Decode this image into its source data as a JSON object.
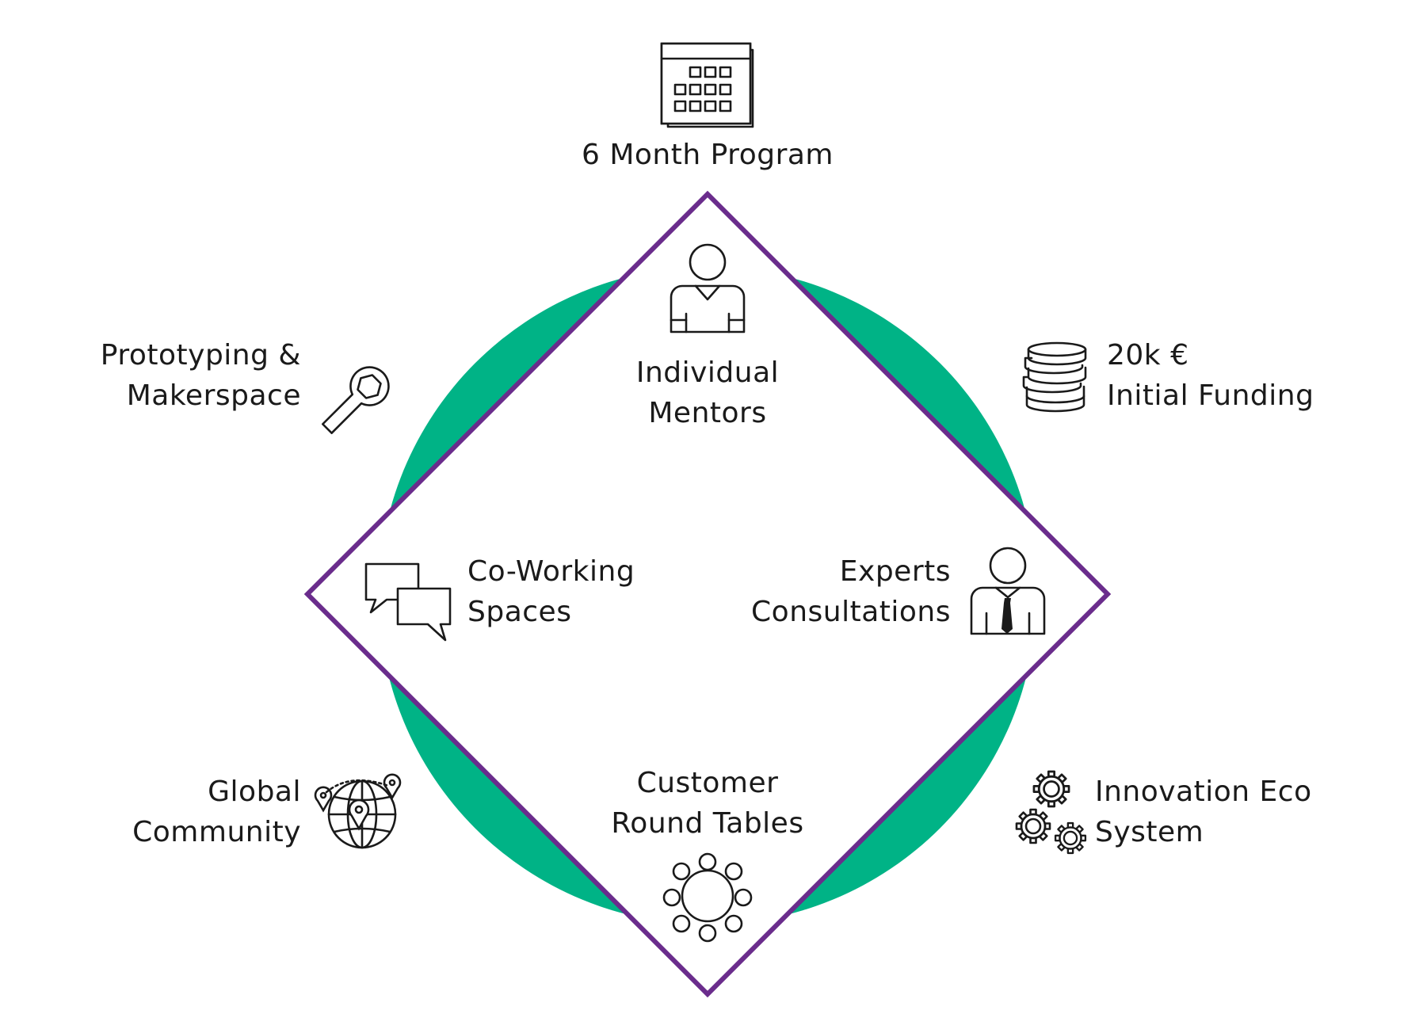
{
  "colors": {
    "circle": "#00B386",
    "diamond": "#6A2C8C",
    "line": "#1a1a1a"
  },
  "top": {
    "lines": [
      "6 Month Program"
    ],
    "icon": "calendar-icon"
  },
  "prototyping": {
    "lines": [
      "Prototyping &",
      "Makerspace"
    ],
    "icon": "wrench-icon"
  },
  "funding": {
    "lines": [
      "20k €",
      "Initial Funding"
    ],
    "icon": "coins-icon"
  },
  "mentors": {
    "lines": [
      "Individual",
      "Mentors"
    ],
    "icon": "person-icon"
  },
  "coworking": {
    "lines": [
      "Co-Working",
      "Spaces"
    ],
    "icon": "chat-bubbles-icon"
  },
  "experts": {
    "lines": [
      "Experts",
      "Consultations"
    ],
    "icon": "businessman-icon"
  },
  "customer": {
    "lines": [
      "Customer",
      "Round Tables"
    ],
    "icon": "round-table-icon"
  },
  "global": {
    "lines": [
      "Global",
      "Community"
    ],
    "icon": "globe-pins-icon"
  },
  "innovation": {
    "lines": [
      "Innovation Eco",
      "System"
    ],
    "icon": "gears-icon"
  }
}
